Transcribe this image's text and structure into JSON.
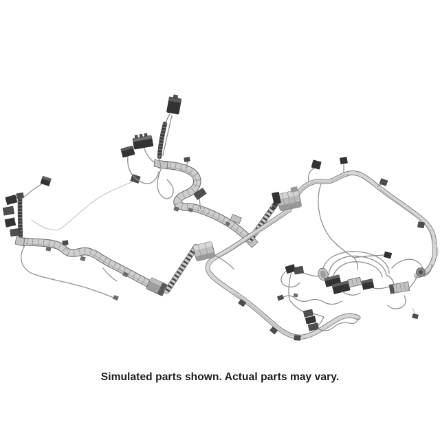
{
  "caption": {
    "text": "Simulated parts shown. Actual parts may vary."
  },
  "illustration": {
    "name": "engine-wiring-harness-line-art",
    "style": "grayscale isometric product drawing",
    "elements": [
      "flat loom channel with S-curve",
      "lower wavy loom channel",
      "striped convoluted tubing",
      "dark corrugated sleeve branch",
      "connector blocks",
      "round grommet",
      "branch wires and clips"
    ]
  },
  "colors": {
    "background": "#ffffff",
    "caption_text": "#1c1c1c",
    "line_dark": "#333333",
    "line_mid": "#7b7b7b",
    "fill_light": "#d6d6d6"
  }
}
